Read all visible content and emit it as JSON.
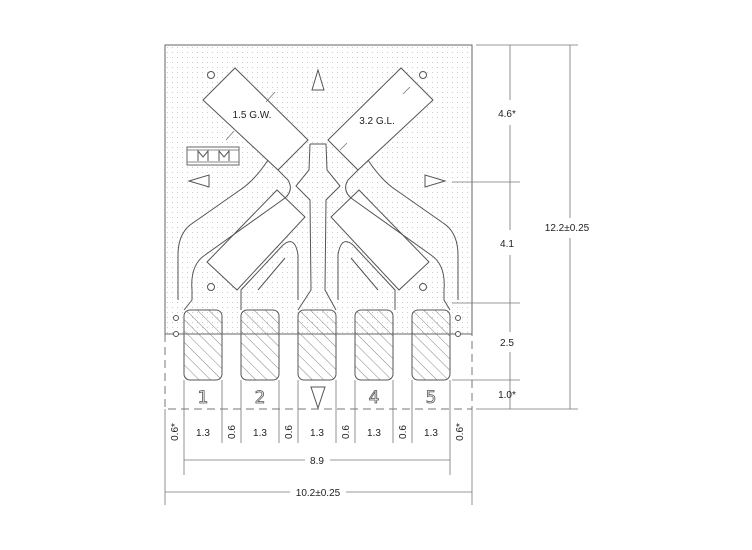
{
  "drawing": {
    "gauge_width_label": "1.5 G.W.",
    "gauge_length_label": "3.2 G.L.",
    "logo_text": "MM",
    "pad_numbers": [
      "1",
      "2",
      "4",
      "5"
    ],
    "vertical_dims": {
      "top": "4.6*",
      "middle": "4.1",
      "pads": "2.5",
      "bottom": "1.0*",
      "total": "12.2±0.25"
    },
    "horizontal_dims": {
      "segments": [
        "0.6*",
        "1.3",
        "0.6",
        "1.3",
        "0.6",
        "1.3",
        "0.6",
        "1.3",
        "0.6",
        "1.3",
        "0.6*"
      ],
      "pad_span": "8.9",
      "total": "10.2±0.25"
    }
  }
}
